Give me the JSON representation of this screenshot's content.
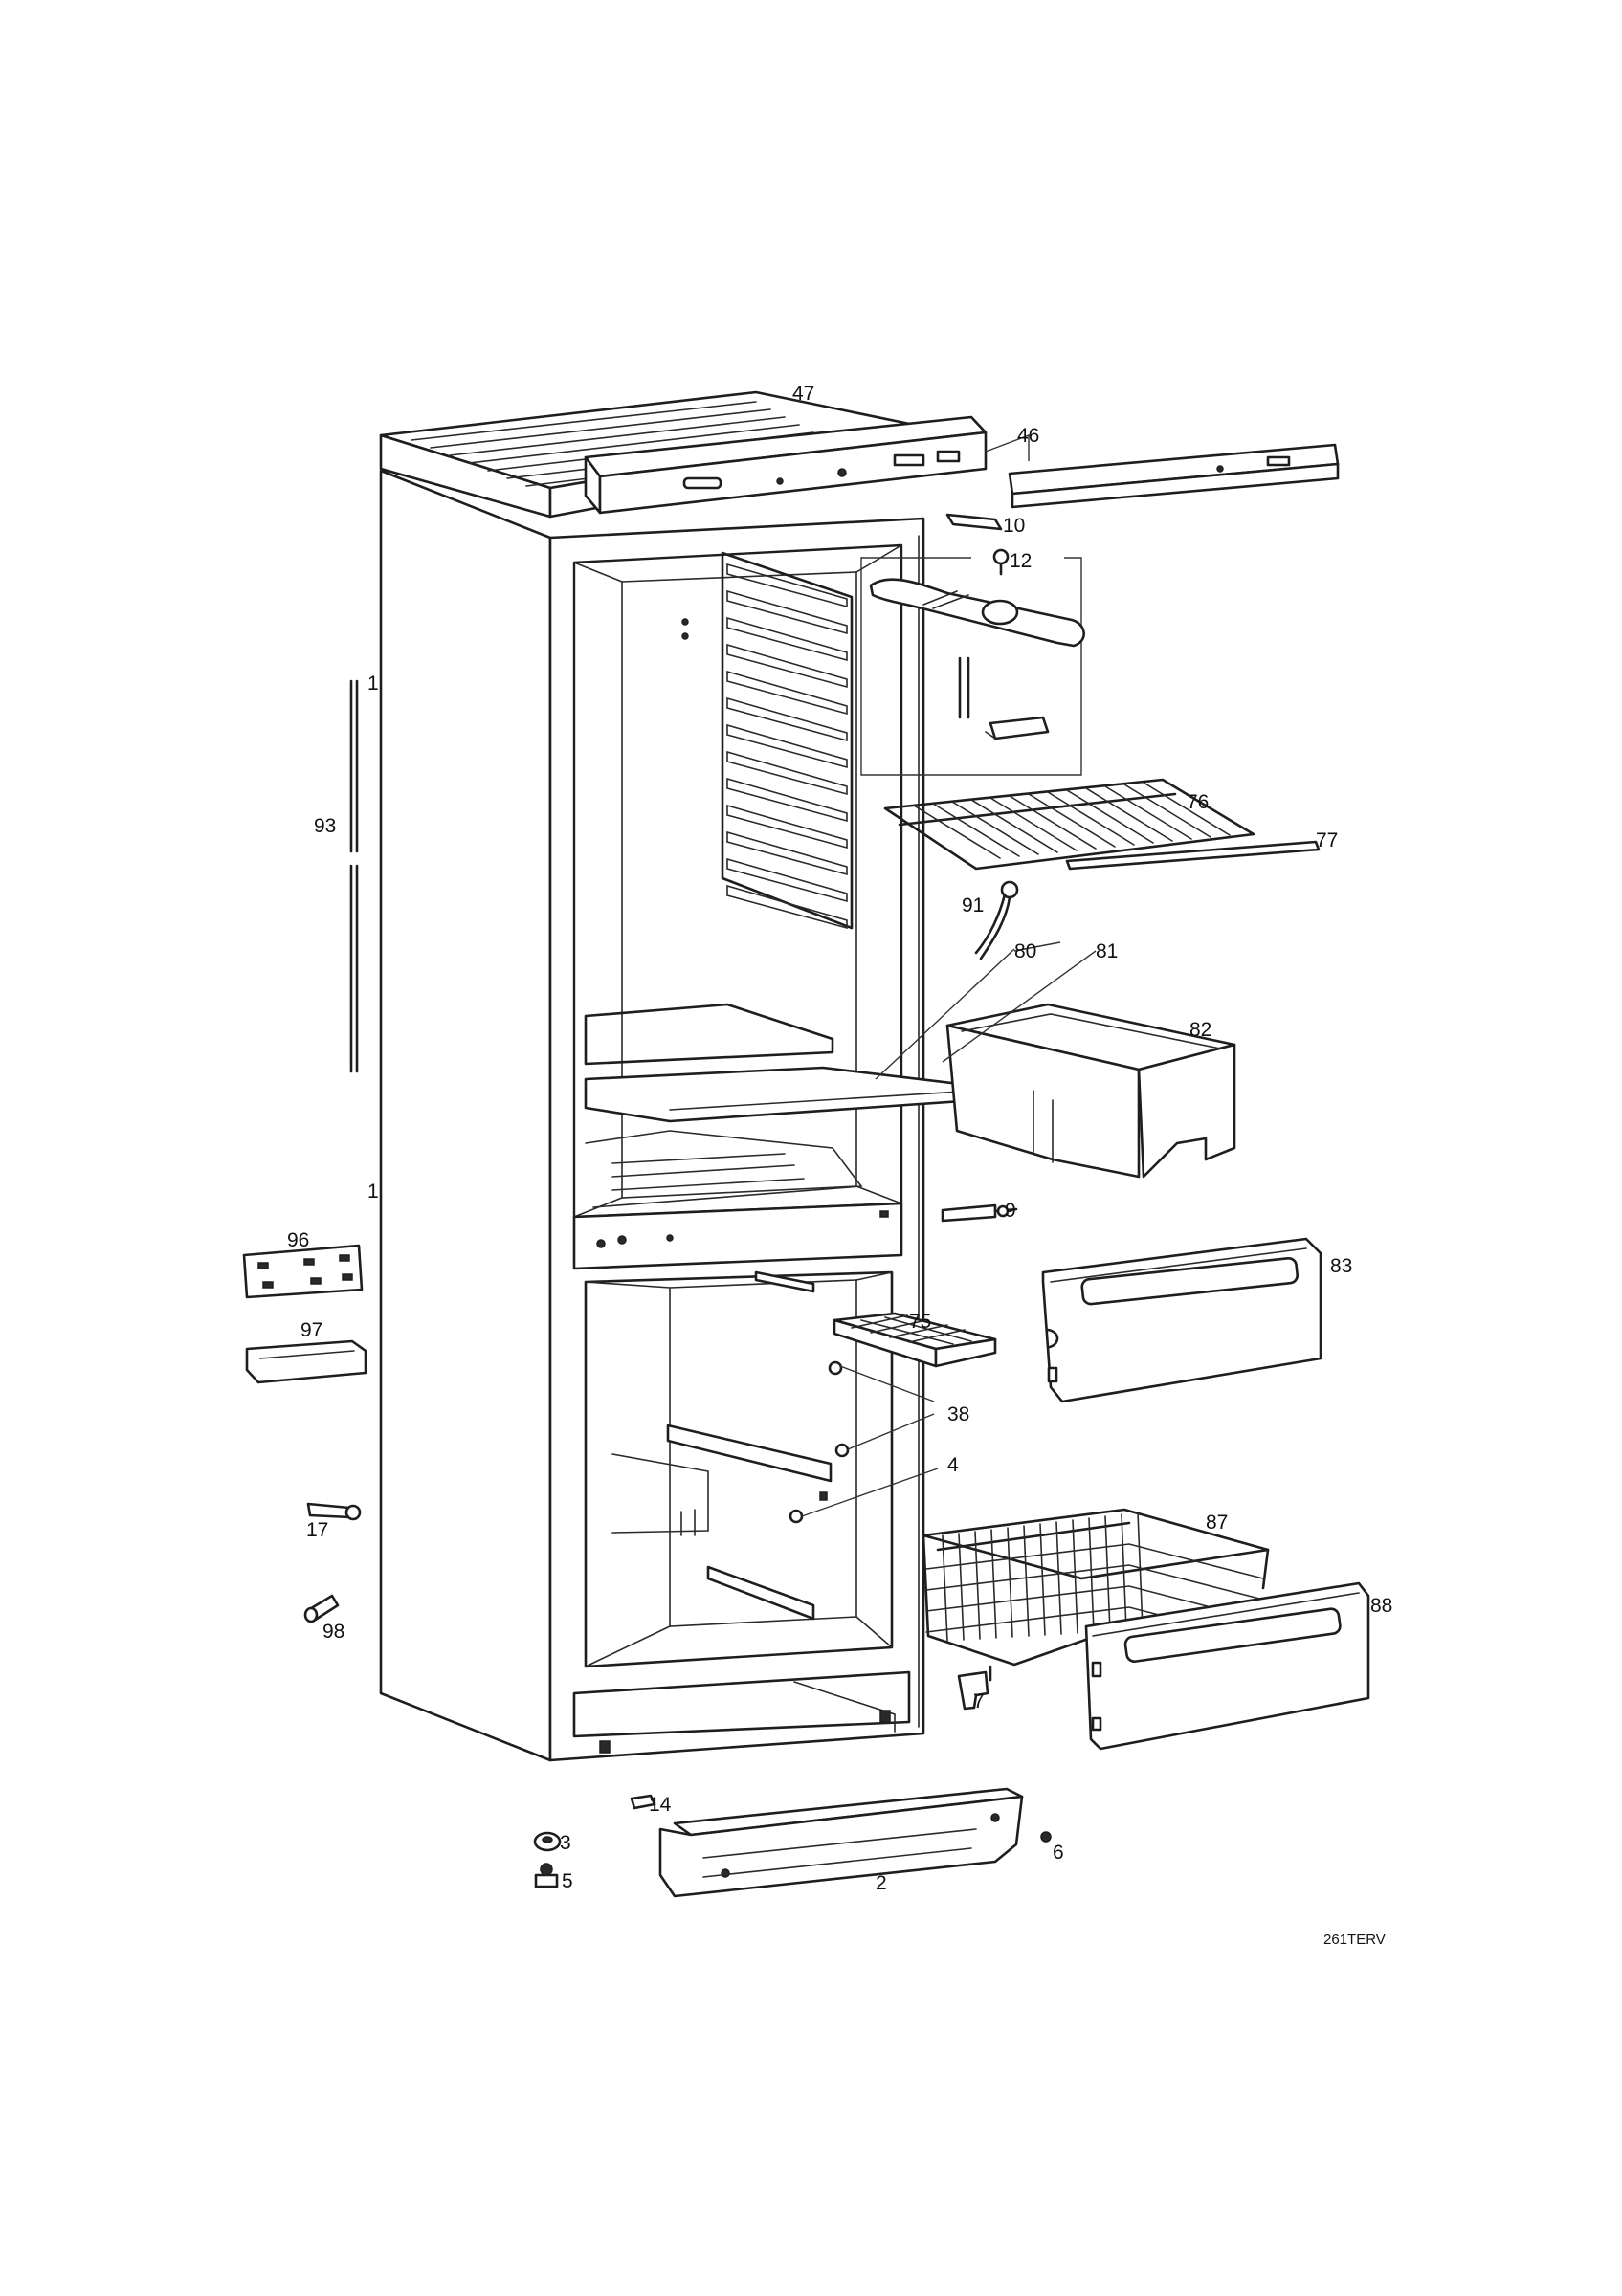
{
  "diagram": {
    "drawing_code": "261TERV",
    "labels": {
      "p47": "47",
      "p46": "46",
      "p10": "10",
      "p12": "12",
      "p1a": "1",
      "p93": "93",
      "p76": "76",
      "p77": "77",
      "p91": "91",
      "p80": "80",
      "p81": "81",
      "p82": "82",
      "p1b": "1",
      "p96": "96",
      "p9": "9",
      "p83": "83",
      "p97": "97",
      "p75": "75",
      "p38": "38",
      "p4": "4",
      "p17": "17",
      "p87": "87",
      "p98": "98",
      "p88": "88",
      "p7": "7",
      "p14": "14",
      "p3": "3",
      "p6": "6",
      "p5": "5",
      "p2": "2"
    }
  }
}
